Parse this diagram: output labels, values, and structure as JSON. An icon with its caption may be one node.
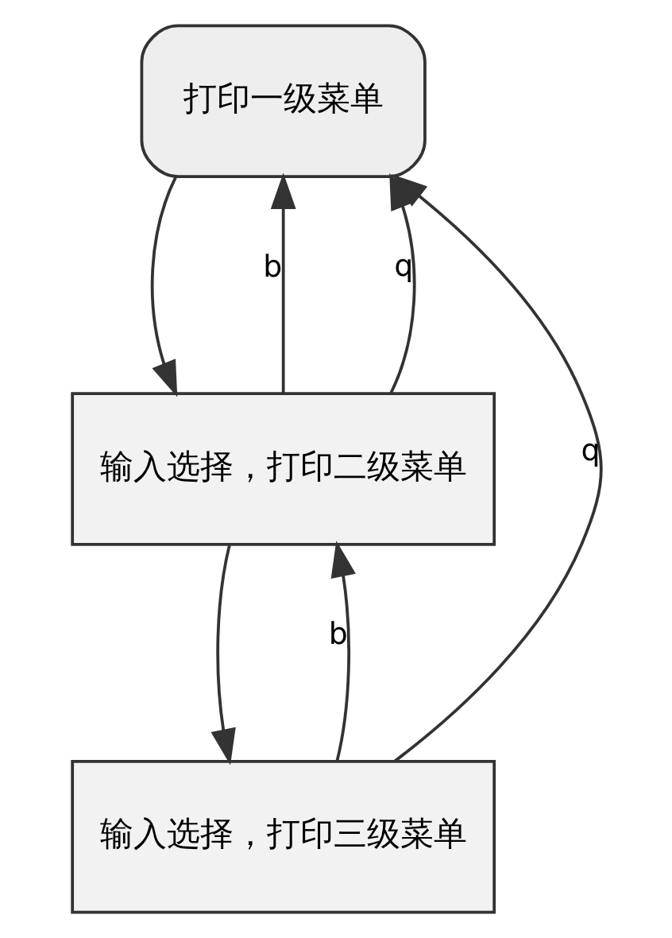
{
  "diagram": {
    "nodes": [
      {
        "text": [
          "打印一级菜单"
        ]
      },
      {
        "text": [
          "输入选择，打印二级菜单"
        ]
      },
      {
        "text": [
          "输入选择，打印三级菜单"
        ]
      }
    ],
    "edges": [
      {
        "from": 0,
        "to": 1,
        "arrow": "to"
      },
      {
        "from": 1,
        "to": 2,
        "arrow": "to"
      },
      {
        "from": 1,
        "to": 0,
        "arrow": "to",
        "label": "b"
      },
      {
        "from": 1,
        "to": 0,
        "arrow": "to",
        "label": "q"
      },
      {
        "from": 2,
        "to": 1,
        "arrow": "to",
        "label": "b"
      },
      {
        "from": 2,
        "to": 0,
        "arrow": "to",
        "label": "q"
      }
    ]
  }
}
